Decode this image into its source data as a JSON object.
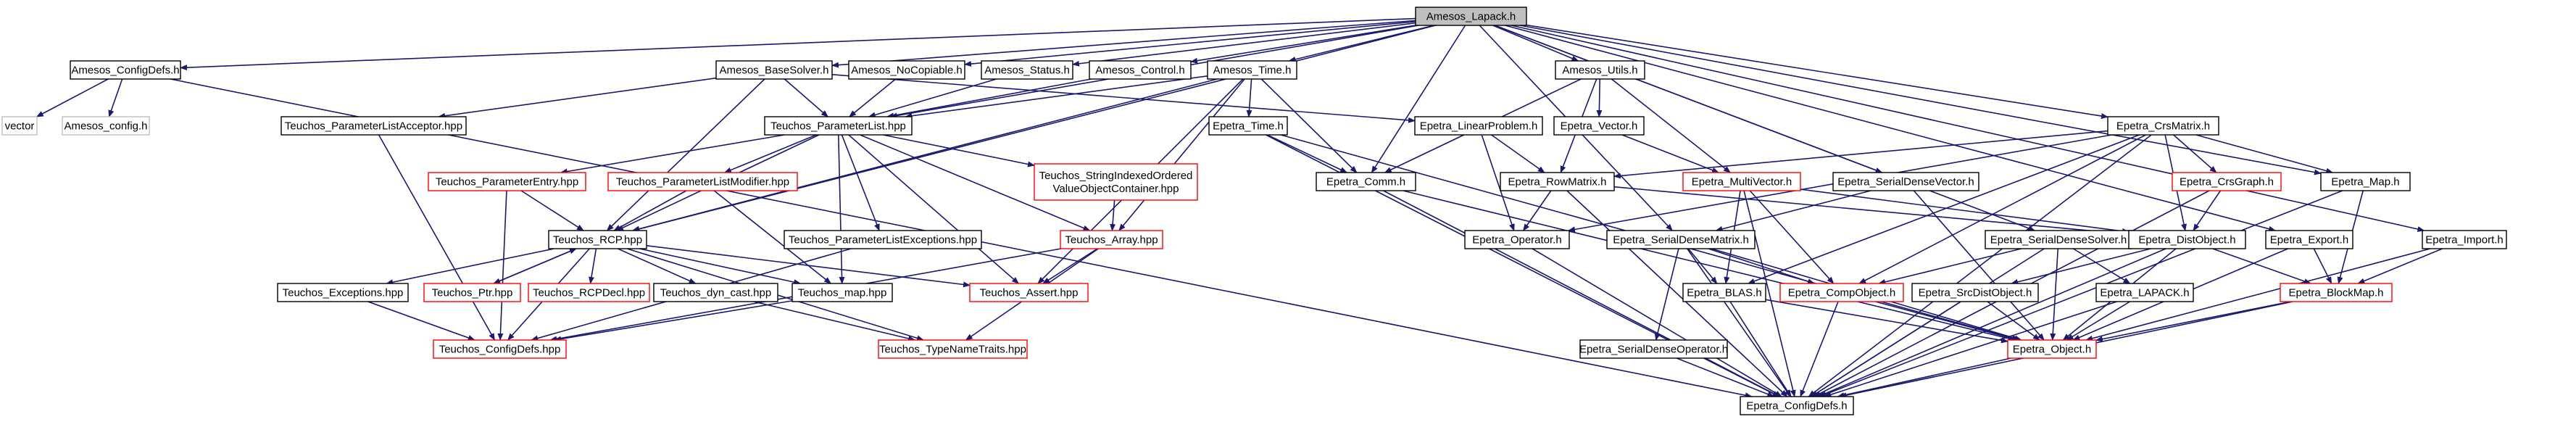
{
  "diagram": {
    "colors": {
      "edge": "#191970",
      "root_fill": "#bfbfbf",
      "normal_border": "#000000",
      "truncated_border": "#ff0000",
      "external_border": "#bfbfbf",
      "external_text": "#7f7f7f"
    },
    "nodes": [
      {
        "id": "n0",
        "label": "Amesos_Lapack.h",
        "style": "root"
      },
      {
        "id": "n1",
        "label": "Amesos_ConfigDefs.h",
        "style": "normal"
      },
      {
        "id": "n2",
        "label": "vector",
        "style": "external"
      },
      {
        "id": "n3",
        "label": "Amesos_config.h",
        "style": "external"
      },
      {
        "id": "n4",
        "label": "Amesos_BaseSolver.h",
        "style": "normal"
      },
      {
        "id": "n5",
        "label": "Amesos_NoCopiable.h",
        "style": "normal"
      },
      {
        "id": "n6",
        "label": "Amesos_Status.h",
        "style": "normal"
      },
      {
        "id": "n7",
        "label": "Amesos_Control.h",
        "style": "normal"
      },
      {
        "id": "n8",
        "label": "Amesos_Time.h",
        "style": "normal"
      },
      {
        "id": "n9",
        "label": "Amesos_Utils.h",
        "style": "normal"
      },
      {
        "id": "n10",
        "label": "Teuchos_ParameterListAcceptor.hpp",
        "style": "normal"
      },
      {
        "id": "n11",
        "label": "Teuchos_ParameterList.hpp",
        "style": "normal"
      },
      {
        "id": "n12",
        "label": "Epetra_LinearProblem.h",
        "style": "normal"
      },
      {
        "id": "n13",
        "label": "Epetra_Time.h",
        "style": "normal"
      },
      {
        "id": "n14",
        "label": "Epetra_Vector.h",
        "style": "normal"
      },
      {
        "id": "n15",
        "label": "Epetra_CrsMatrix.h",
        "style": "normal"
      },
      {
        "id": "n16",
        "label": "Teuchos_ParameterEntry.hpp",
        "style": "truncated"
      },
      {
        "id": "n17",
        "label": "Teuchos_ParameterListModifier.hpp",
        "style": "truncated"
      },
      {
        "id": "n18",
        "label": [
          "Teuchos_StringIndexedOrdered",
          "ValueObjectContainer.hpp"
        ],
        "style": "truncated"
      },
      {
        "id": "n19",
        "label": "Epetra_Comm.h",
        "style": "normal"
      },
      {
        "id": "n20",
        "label": "Epetra_RowMatrix.h",
        "style": "normal"
      },
      {
        "id": "n21",
        "label": "Epetra_MultiVector.h",
        "style": "truncated"
      },
      {
        "id": "n22",
        "label": "Epetra_SerialDenseVector.h",
        "style": "normal"
      },
      {
        "id": "n23",
        "label": "Epetra_CrsGraph.h",
        "style": "truncated"
      },
      {
        "id": "n24",
        "label": "Epetra_Map.h",
        "style": "normal"
      },
      {
        "id": "n25",
        "label": "Teuchos_ParameterListExceptions.hpp",
        "style": "normal"
      },
      {
        "id": "n26",
        "label": "Teuchos_Array.hpp",
        "style": "truncated"
      },
      {
        "id": "n27",
        "label": "Epetra_Operator.h",
        "style": "normal"
      },
      {
        "id": "n28",
        "label": "Epetra_SerialDenseMatrix.h",
        "style": "normal"
      },
      {
        "id": "n29",
        "label": "Epetra_SerialDenseSolver.h",
        "style": "normal"
      },
      {
        "id": "n30",
        "label": "Epetra_DistObject.h",
        "style": "normal"
      },
      {
        "id": "n31",
        "label": "Epetra_Export.h",
        "style": "normal"
      },
      {
        "id": "n32",
        "label": "Epetra_Import.h",
        "style": "normal"
      },
      {
        "id": "n33",
        "label": "Teuchos_RCP.hpp",
        "style": "normal"
      },
      {
        "id": "n34",
        "label": "Teuchos_Exceptions.hpp",
        "style": "normal"
      },
      {
        "id": "n35",
        "label": "Teuchos_Ptr.hpp",
        "style": "truncated"
      },
      {
        "id": "n36",
        "label": "Teuchos_RCPDecl.hpp",
        "style": "truncated"
      },
      {
        "id": "n37",
        "label": "Teuchos_dyn_cast.hpp",
        "style": "normal"
      },
      {
        "id": "n38",
        "label": "Teuchos_map.hpp",
        "style": "normal"
      },
      {
        "id": "n39",
        "label": "Teuchos_Assert.hpp",
        "style": "truncated"
      },
      {
        "id": "n40",
        "label": "Epetra_BLAS.h",
        "style": "normal"
      },
      {
        "id": "n41",
        "label": "Epetra_CompObject.h",
        "style": "truncated"
      },
      {
        "id": "n42",
        "label": "Epetra_SrcDistObject.h",
        "style": "normal"
      },
      {
        "id": "n43",
        "label": "Epetra_LAPACK.h",
        "style": "normal"
      },
      {
        "id": "n44",
        "label": "Epetra_BlockMap.h",
        "style": "truncated"
      },
      {
        "id": "n45",
        "label": "Teuchos_ConfigDefs.hpp",
        "style": "truncated"
      },
      {
        "id": "n46",
        "label": "Teuchos_TypeNameTraits.hpp",
        "style": "truncated"
      },
      {
        "id": "n47",
        "label": "Epetra_SerialDenseOperator.h",
        "style": "normal"
      },
      {
        "id": "n48",
        "label": "Epetra_Object.h",
        "style": "truncated"
      },
      {
        "id": "n49",
        "label": "Epetra_ConfigDefs.h",
        "style": "normal"
      }
    ],
    "edges": [
      [
        "n0",
        "n1"
      ],
      [
        "n0",
        "n4"
      ],
      [
        "n0",
        "n5"
      ],
      [
        "n0",
        "n6"
      ],
      [
        "n0",
        "n7"
      ],
      [
        "n0",
        "n8"
      ],
      [
        "n0",
        "n9"
      ],
      [
        "n0",
        "n33"
      ],
      [
        "n0",
        "n19"
      ],
      [
        "n0",
        "n28"
      ],
      [
        "n0",
        "n22"
      ],
      [
        "n0",
        "n29"
      ],
      [
        "n0",
        "n15"
      ],
      [
        "n0",
        "n24"
      ],
      [
        "n0",
        "n31"
      ],
      [
        "n0",
        "n32"
      ],
      [
        "n0",
        "n11"
      ],
      [
        "n1",
        "n2"
      ],
      [
        "n1",
        "n3"
      ],
      [
        "n1",
        "n49"
      ],
      [
        "n4",
        "n10"
      ],
      [
        "n4",
        "n11"
      ],
      [
        "n4",
        "n12"
      ],
      [
        "n4",
        "n33"
      ],
      [
        "n5",
        "n11"
      ],
      [
        "n6",
        "n11"
      ],
      [
        "n7",
        "n11"
      ],
      [
        "n8",
        "n13"
      ],
      [
        "n8",
        "n19"
      ],
      [
        "n8",
        "n11"
      ],
      [
        "n8",
        "n33"
      ],
      [
        "n8",
        "n26"
      ],
      [
        "n8",
        "n39"
      ],
      [
        "n9",
        "n14"
      ],
      [
        "n9",
        "n21"
      ],
      [
        "n9",
        "n20"
      ],
      [
        "n9",
        "n19"
      ],
      [
        "n10",
        "n45"
      ],
      [
        "n11",
        "n16"
      ],
      [
        "n11",
        "n17"
      ],
      [
        "n11",
        "n18"
      ],
      [
        "n11",
        "n25"
      ],
      [
        "n11",
        "n26"
      ],
      [
        "n11",
        "n33"
      ],
      [
        "n11",
        "n39"
      ],
      [
        "n11",
        "n38"
      ],
      [
        "n12",
        "n20"
      ],
      [
        "n12",
        "n27"
      ],
      [
        "n13",
        "n19"
      ],
      [
        "n13",
        "n48"
      ],
      [
        "n13",
        "n49"
      ],
      [
        "n14",
        "n21"
      ],
      [
        "n15",
        "n20"
      ],
      [
        "n15",
        "n23"
      ],
      [
        "n15",
        "n24"
      ],
      [
        "n15",
        "n30"
      ],
      [
        "n15",
        "n41"
      ],
      [
        "n15",
        "n40"
      ],
      [
        "n15",
        "n49"
      ],
      [
        "n15",
        "n27"
      ],
      [
        "n16",
        "n33"
      ],
      [
        "n16",
        "n45"
      ],
      [
        "n17",
        "n33"
      ],
      [
        "n17",
        "n38"
      ],
      [
        "n18",
        "n26"
      ],
      [
        "n19",
        "n48"
      ],
      [
        "n19",
        "n49"
      ],
      [
        "n20",
        "n27"
      ],
      [
        "n20",
        "n30"
      ],
      [
        "n20",
        "n49"
      ],
      [
        "n21",
        "n40"
      ],
      [
        "n21",
        "n41"
      ],
      [
        "n21",
        "n30"
      ],
      [
        "n21",
        "n49"
      ],
      [
        "n22",
        "n28"
      ],
      [
        "n22",
        "n48"
      ],
      [
        "n23",
        "n30"
      ],
      [
        "n23",
        "n49"
      ],
      [
        "n24",
        "n44"
      ],
      [
        "n24",
        "n49"
      ],
      [
        "n25",
        "n45"
      ],
      [
        "n26",
        "n39"
      ],
      [
        "n26",
        "n45"
      ],
      [
        "n26",
        "n46"
      ],
      [
        "n27",
        "n49"
      ],
      [
        "n28",
        "n40"
      ],
      [
        "n28",
        "n41"
      ],
      [
        "n28",
        "n47"
      ],
      [
        "n28",
        "n48"
      ],
      [
        "n28",
        "n49"
      ],
      [
        "n29",
        "n41"
      ],
      [
        "n29",
        "n43"
      ],
      [
        "n29",
        "n48"
      ],
      [
        "n29",
        "n49"
      ],
      [
        "n30",
        "n42"
      ],
      [
        "n30",
        "n48"
      ],
      [
        "n30",
        "n49"
      ],
      [
        "n30",
        "n44"
      ],
      [
        "n31",
        "n44"
      ],
      [
        "n31",
        "n48"
      ],
      [
        "n32",
        "n44"
      ],
      [
        "n32",
        "n48"
      ],
      [
        "n33",
        "n34"
      ],
      [
        "n33",
        "n35"
      ],
      [
        "n33",
        "n36"
      ],
      [
        "n33",
        "n37"
      ],
      [
        "n33",
        "n38"
      ],
      [
        "n33",
        "n39"
      ],
      [
        "n33",
        "n45"
      ],
      [
        "n33",
        "n46"
      ],
      [
        "n34",
        "n45"
      ],
      [
        "n35",
        "n33"
      ],
      [
        "n37",
        "n46"
      ],
      [
        "n38",
        "n45"
      ],
      [
        "n40",
        "n48"
      ],
      [
        "n40",
        "n49"
      ],
      [
        "n41",
        "n48"
      ],
      [
        "n41",
        "n49"
      ],
      [
        "n42",
        "n48"
      ],
      [
        "n42",
        "n49"
      ],
      [
        "n43",
        "n48"
      ],
      [
        "n43",
        "n49"
      ],
      [
        "n44",
        "n48"
      ],
      [
        "n44",
        "n49"
      ],
      [
        "n47",
        "n49"
      ],
      [
        "n48",
        "n49"
      ]
    ]
  }
}
